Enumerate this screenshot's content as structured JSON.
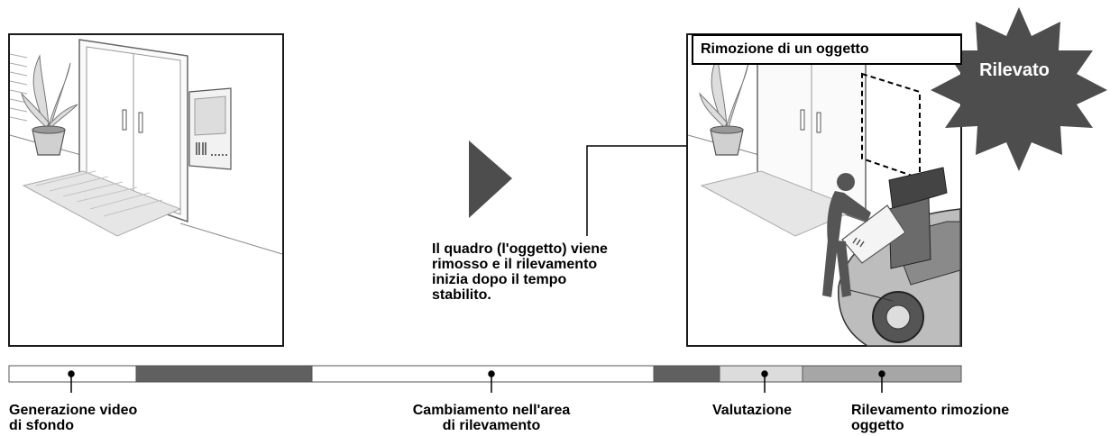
{
  "result_badge": "Rilevato",
  "detection_type_label": "Rimozione di un oggetto",
  "annotation": [
    "Il quadro (l'oggetto) viene",
    "rimosso e il rilevamento",
    "inizia dopo il tempo",
    "stabilito."
  ],
  "timeline": {
    "segments": [
      {
        "color": "#ffffff"
      },
      {
        "color": "#606060"
      },
      {
        "color": "#ffffff"
      },
      {
        "color": "#606060"
      },
      {
        "color": "#dcdcdc"
      },
      {
        "color": "#a6a6a6"
      }
    ],
    "captions": {
      "background_generation": [
        "Generazione video",
        "di sfondo"
      ],
      "detection_area_change": [
        "Cambiamento nell'area",
        "di rilevamento"
      ],
      "evaluation": [
        "Valutazione"
      ],
      "removal_detection": [
        "Rilevamento rimozione",
        "oggetto"
      ]
    }
  },
  "colors": {
    "badge": "#4d4d4d",
    "arrow": "#4d4d4d",
    "frame": "#1a1a1a"
  }
}
